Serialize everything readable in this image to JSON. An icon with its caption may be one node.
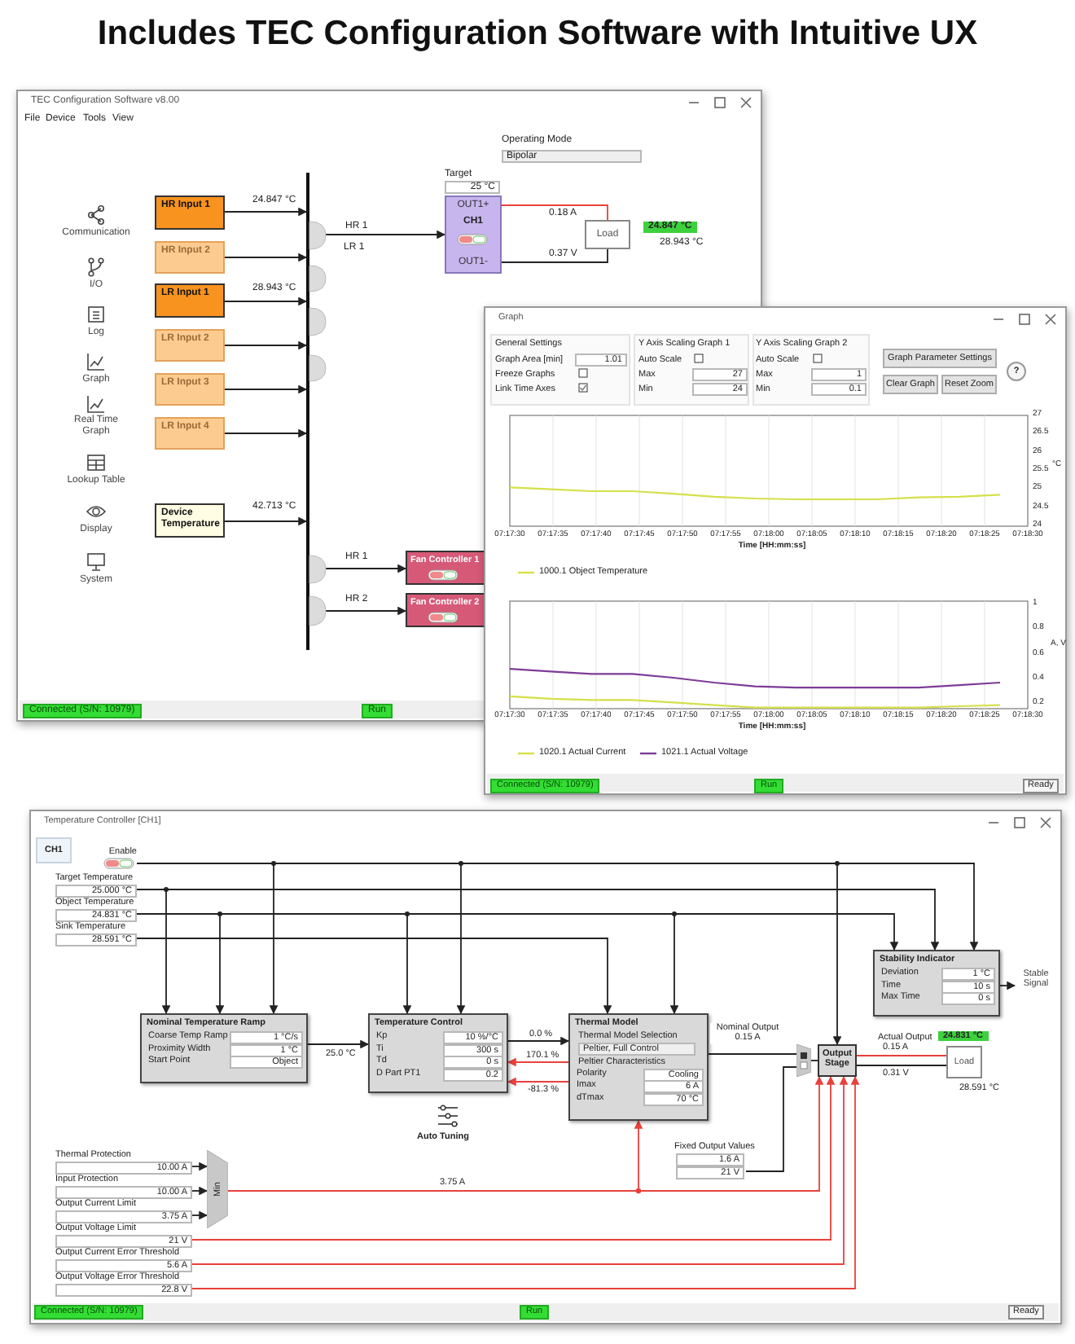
{
  "diagram": {
    "title": "Includes TEC Configuration Software with Intuitive UX",
    "nodes": [
      {
        "text": [
          "TEC Configuration Software v8.00"
        ]
      },
      {
        "text": [
          "HR Input 1"
        ],
        "in": 0
      },
      {
        "text": [
          "HR Input 2"
        ],
        "in": 0
      },
      {
        "text": [
          "LR Input 1"
        ],
        "in": 0
      },
      {
        "text": [
          "LR Input 2"
        ],
        "in": 0
      },
      {
        "text": [
          "LR Input 3"
        ],
        "in": 0
      },
      {
        "text": [
          "LR Input 4"
        ],
        "in": 0
      },
      {
        "text": [
          "Device Temperature"
        ],
        "in": 0
      },
      {
        "text": [],
        "shape": "bar",
        "in": 0
      },
      {
        "text": [
          "OUT1+",
          "CH1",
          "OUT1-"
        ],
        "in": 0
      },
      {
        "text": [
          "Load"
        ],
        "in": 0
      },
      {
        "text": [
          "Fan Controller 1"
        ],
        "in": 0
      },
      {
        "text": [
          "Fan Controller 2"
        ],
        "in": 0
      },
      {
        "text": [
          "Graph"
        ]
      },
      {
        "text": [
          "Temperature Controller [CH1]"
        ]
      },
      {
        "text": [
          "Enable"
        ],
        "in": 14
      },
      {
        "text": [
          "Target Temperature",
          "25.000 °C"
        ],
        "in": 14
      },
      {
        "text": [
          "Object Temperature",
          "24.831 °C"
        ],
        "in": 14
      },
      {
        "text": [
          "Sink Temperature",
          "28.591 °C"
        ],
        "in": 14
      },
      {
        "text": [
          "Nominal Temperature Ramp",
          "Coarse Temp Ramp",
          "1 °C/s",
          "Proximity Width",
          "1 °C",
          "Start Point",
          "Object"
        ],
        "in": 14
      },
      {
        "text": [
          "Temperature Control",
          "Kp",
          "10 %/°C",
          "Ti",
          "300 s",
          "Td",
          "0 s",
          "D Part PT1",
          "0.2"
        ],
        "in": 14
      },
      {
        "text": [
          "Thermal Model",
          "Thermal Model Selection",
          "Peltier, Full Control",
          "Peltier Characteristics",
          "Polarity",
          "Cooling",
          "Imax",
          "6 A",
          "dTmax",
          "70 °C"
        ],
        "in": 14
      },
      {
        "text": [
          "Stability Indicator",
          "Deviation",
          "1 °C",
          "Time",
          "10 s",
          "Max Time",
          "0 s"
        ],
        "in": 14
      },
      {
        "text": [],
        "shape": "trapezoid",
        "in": 14
      },
      {
        "text": [
          "Output Stage"
        ],
        "in": 14
      },
      {
        "text": [
          "Load"
        ],
        "in": 14
      },
      {
        "text": [
          "Fixed Output Values",
          "1.6 A",
          "21 V"
        ],
        "in": 14
      },
      {
        "text": [
          "Thermal Protection",
          "10.00 A"
        ],
        "in": 14
      },
      {
        "text": [
          "Input Protection",
          "10.00 A"
        ],
        "in": 14
      },
      {
        "text": [
          "Output Current Limit",
          "3.75 A"
        ],
        "in": 14
      },
      {
        "text": [
          "Output Voltage Limit",
          "21 V"
        ],
        "in": 14
      },
      {
        "text": [
          "Output Current Error Threshold",
          "5.6 A"
        ],
        "in": 14
      },
      {
        "text": [
          "Output Voltage Error Threshold",
          "22.8 V"
        ],
        "in": 14
      },
      {
        "text": [
          "Min"
        ],
        "in": 14
      },
      {
        "text": [
          "Stable Signal"
        ],
        "in": 14
      },
      {
        "text": [],
        "shape": "semicircle",
        "in": 0
      },
      {
        "text": [],
        "shape": "semicircle",
        "in": 0
      },
      {
        "text": [],
        "shape": "semicircle",
        "in": 0
      },
      {
        "text": [],
        "shape": "semicircle",
        "in": 0
      },
      {
        "text": [],
        "shape": "semicircle",
        "in": 0
      },
      {
        "text": [],
        "shape": "semicircle",
        "in": 0
      }
    ],
    "edges": [
      {
        "from": 1,
        "to": 8,
        "arrow": "to",
        "label": "24.847 °C"
      },
      {
        "from": 2,
        "to": 8,
        "arrow": "to"
      },
      {
        "from": 3,
        "to": 8,
        "arrow": "to",
        "label": "28.943 °C"
      },
      {
        "from": 4,
        "to": 8,
        "arrow": "to"
      },
      {
        "from": 5,
        "to": 8,
        "arrow": "to"
      },
      {
        "from": 6,
        "to": 8,
        "arrow": "to"
      },
      {
        "from": 7,
        "to": 8,
        "arrow": "to",
        "label": "42.713 °C"
      },
      {
        "from": 35,
        "to": 9,
        "arrow": "to",
        "label": "HR 1"
      },
      {
        "from": 9,
        "to": 10,
        "arrow": "none",
        "label": "0.18 A",
        "color": "#e8413c"
      },
      {
        "from": 9,
        "to": 10,
        "arrow": "none",
        "label": "0.37 V"
      },
      {
        "from": 39,
        "to": 11,
        "arrow": "to",
        "label": "HR 1"
      },
      {
        "from": 40,
        "to": 12,
        "arrow": "to",
        "label": "HR 2"
      },
      {
        "from": 16,
        "to": 19,
        "arrow": "to"
      },
      {
        "from": 17,
        "to": 19,
        "arrow": "to"
      },
      {
        "from": 15,
        "to": 19,
        "arrow": "to"
      },
      {
        "from": 17,
        "to": 20,
        "arrow": "to"
      },
      {
        "from": 15,
        "to": 20,
        "arrow": "to"
      },
      {
        "from": 18,
        "to": 21,
        "arrow": "to"
      },
      {
        "from": 17,
        "to": 21,
        "arrow": "to"
      },
      {
        "from": 15,
        "to": 24,
        "arrow": "to"
      },
      {
        "from": 16,
        "to": 22,
        "arrow": "to"
      },
      {
        "from": 17,
        "to": 22,
        "arrow": "to"
      },
      {
        "from": 15,
        "to": 22,
        "arrow": "to"
      },
      {
        "from": 19,
        "to": 20,
        "arrow": "to",
        "label": "25.0 °C"
      },
      {
        "from": 20,
        "to": 21,
        "arrow": "to",
        "label": "0.0 %"
      },
      {
        "from": 21,
        "to": 20,
        "arrow": "to",
        "label": "170.1 %",
        "color": "#e8413c"
      },
      {
        "from": 21,
        "to": 20,
        "arrow": "to",
        "label": "-81.3 %",
        "color": "#e8413c"
      },
      {
        "from": 21,
        "to": 23,
        "arrow": "none",
        "label": "Nominal Output 0.15 A"
      },
      {
        "from": 26,
        "to": 23,
        "arrow": "none"
      },
      {
        "from": 23,
        "to": 24,
        "arrow": "none"
      },
      {
        "from": 24,
        "to": 25,
        "arrow": "none",
        "label": "0.15 A",
        "color": "#e8413c"
      },
      {
        "from": 24,
        "to": 25,
        "arrow": "none",
        "label": "0.31 V"
      },
      {
        "from": 22,
        "to": 34,
        "arrow": "to"
      },
      {
        "from": 27,
        "to": 33,
        "arrow": "to"
      },
      {
        "from": 28,
        "to": 33,
        "arrow": "to"
      },
      {
        "from": 29,
        "to": 33,
        "arrow": "to"
      },
      {
        "from": 33,
        "to": 24,
        "arrow": "to",
        "label": "3.75 A",
        "color": "#e8413c"
      },
      {
        "from": 33,
        "to": 21,
        "arrow": "to",
        "color": "#e8413c"
      },
      {
        "from": 30,
        "to": 24,
        "arrow": "to",
        "color": "#e8413c"
      },
      {
        "from": 31,
        "to": 24,
        "arrow": "to",
        "color": "#e8413c"
      },
      {
        "from": 32,
        "to": 24,
        "arrow": "to",
        "color": "#e8413c"
      }
    ],
    "labels": [
      "File",
      "Device",
      "Tools",
      "View",
      "Operating Mode",
      "Bipolar",
      "Target",
      "25 °C",
      "LR 1",
      "24.847 °C",
      "28.943 °C",
      "Communication",
      "I/O",
      "Log",
      "Graph",
      "Real Time Graph",
      "Lookup Table",
      "Display",
      "System",
      "Connected (S/N: 10979)",
      "Run",
      "General Settings",
      "Graph Area [min]",
      "1.01",
      "Freeze Graphs",
      "Link Time Axes",
      "Y Axis Scaling Graph 1",
      "Auto Scale",
      "Max",
      "27",
      "Min",
      "24",
      "Y Axis Scaling Graph 2",
      "Auto Scale",
      "Max",
      "1",
      "Min",
      "0.1",
      "Graph Parameter Settings",
      "Clear Graph",
      "Reset Zoom",
      "?",
      "27",
      "26.5",
      "26",
      "25.5",
      "25",
      "24.5",
      "24",
      "°C",
      "07:17:30",
      "07:17:35",
      "07:17:40",
      "07:17:45",
      "07:17:50",
      "07:17:55",
      "07:18:00",
      "07:18:05",
      "07:18:10",
      "07:18:15",
      "07:18:20",
      "07:18:25",
      "07:18:30",
      "Time [HH:mm:ss]",
      "1",
      "0.8",
      "0.6",
      "0.4",
      "0.2",
      "A, V",
      "07:17:30",
      "07:17:35",
      "07:17:40",
      "07:17:45",
      "07:17:50",
      "07:17:55",
      "07:18:00",
      "07:18:05",
      "07:18:10",
      "07:18:15",
      "07:18:20",
      "07:18:25",
      "07:18:30",
      "Time [HH:mm:ss]",
      "Connected (S/N: 10979)",
      "Run",
      "Ready",
      "CH1",
      "Auto Tuning",
      "Actual Output",
      "24.831 °C",
      "28.591 °C",
      "Connected (S/N: 10979)",
      "Run",
      "Ready"
    ],
    "legend": [
      {
        "text": "1000.1 Object Temperature"
      },
      {
        "text": "1020.1 Actual Current"
      },
      {
        "text": "1021.1 Actual Voltage"
      }
    ]
  }
}
